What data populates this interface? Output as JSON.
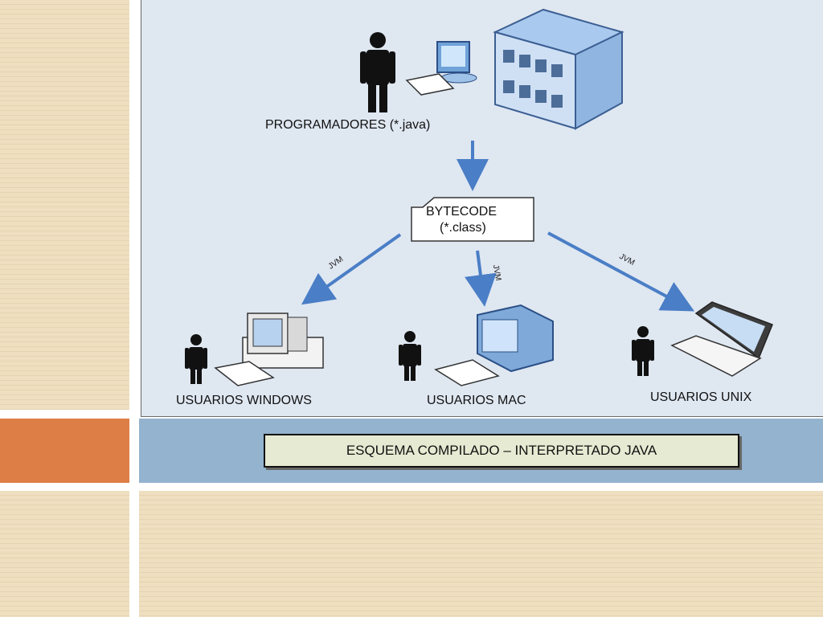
{
  "diagram": {
    "programmers_label": "PROGRAMADORES (*.java)",
    "bytecode_line1": "BYTECODE",
    "bytecode_line2": "(*.class)",
    "jvm_label": "JVM",
    "windows_label": "USUARIOS WINDOWS",
    "mac_label": "USUARIOS MAC",
    "unix_label": "USUARIOS UNIX"
  },
  "caption": "ESQUEMA COMPILADO – INTERPRETADO JAVA",
  "colors": {
    "arrow": "#4a7ec6",
    "panel": "#dfe7f1",
    "accent_orange": "#de7e47",
    "accent_blue": "#93b3cf"
  }
}
